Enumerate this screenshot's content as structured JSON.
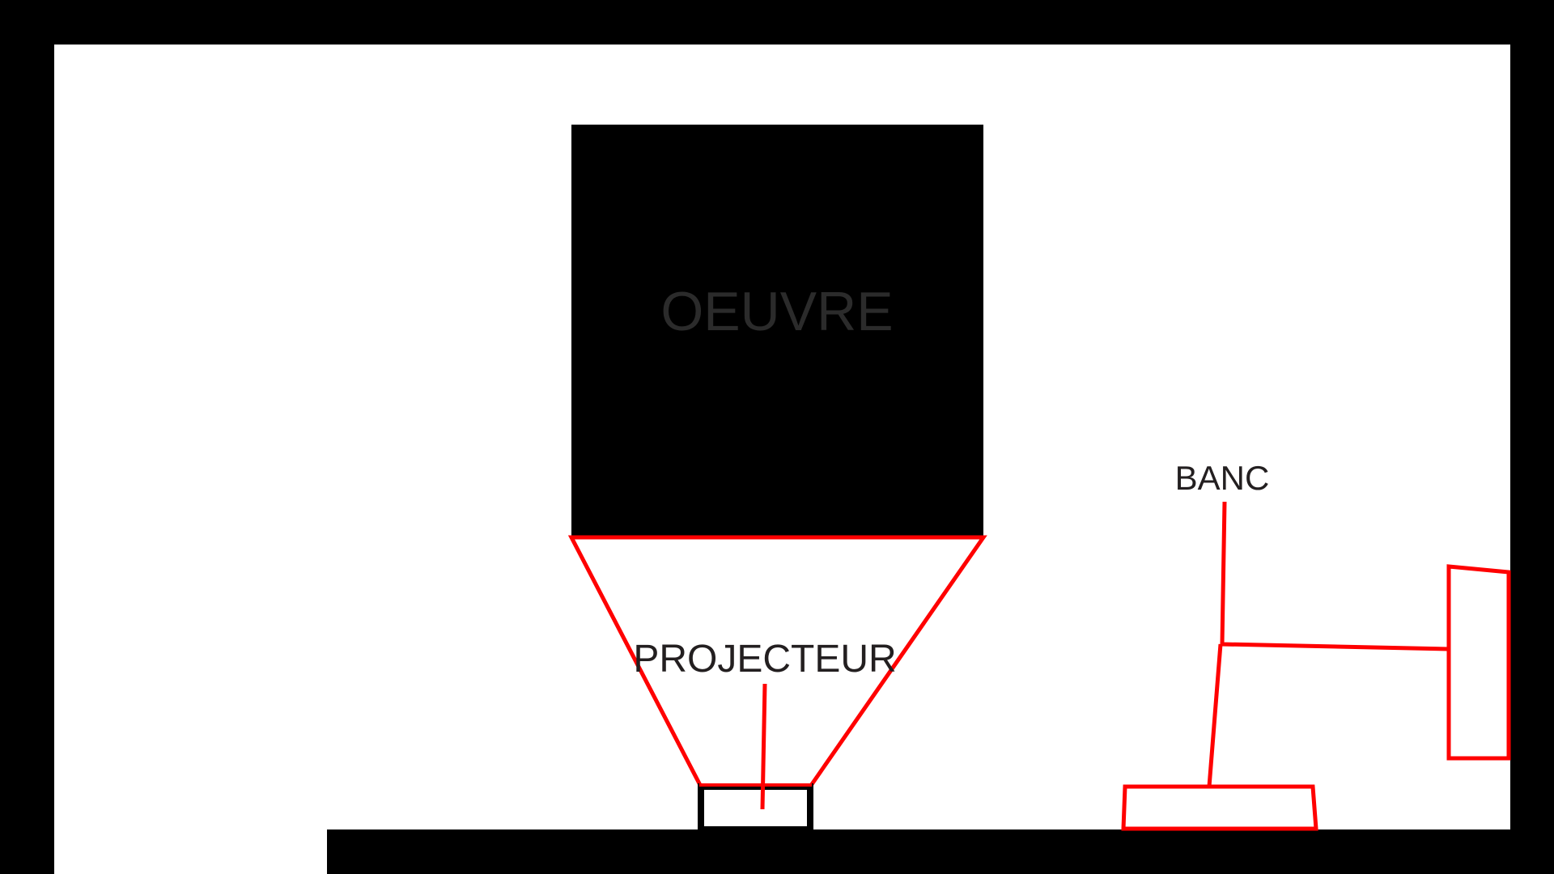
{
  "labels": {
    "artwork": "OEUVRE",
    "projector": "PROJECTEUR",
    "bench": "BANC"
  },
  "colors": {
    "background": "#000000",
    "room_floor": "#ffffff",
    "wall": "#000000",
    "artwork_fill": "#000000",
    "artwork_text": "#2b2b2b",
    "label_text": "#231f20",
    "outline_red": "#ff0000",
    "outline_black": "#000000"
  }
}
